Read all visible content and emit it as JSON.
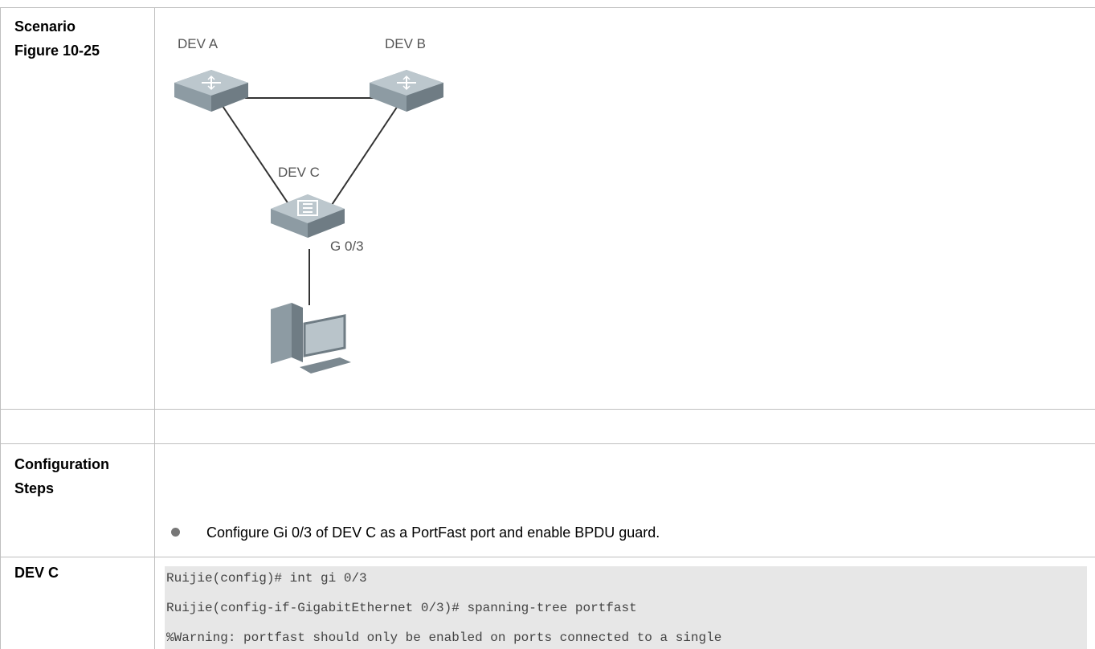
{
  "rows": {
    "scenario_label_line1": "Scenario",
    "scenario_label_line2": "Figure 10-25",
    "config_label_line1": "Configuration",
    "config_label_line2": "Steps",
    "devc_label": "DEV C"
  },
  "diagram": {
    "dev_a": "DEV A",
    "dev_b": "DEV B",
    "dev_c": "DEV C",
    "port": "G 0/3",
    "icons": [
      "router-icon",
      "router-icon",
      "switch-icon",
      "computer-icon"
    ]
  },
  "steps": [
    "Configure Gi 0/3 of DEV C as a PortFast port and enable BPDU guard."
  ],
  "code_lines": [
    "Ruijie(config)# int gi 0/3",
    "Ruijie(config-if-GigabitEthernet 0/3)# spanning-tree portfast",
    "%Warning: portfast should only be enabled on ports connected to a single"
  ]
}
